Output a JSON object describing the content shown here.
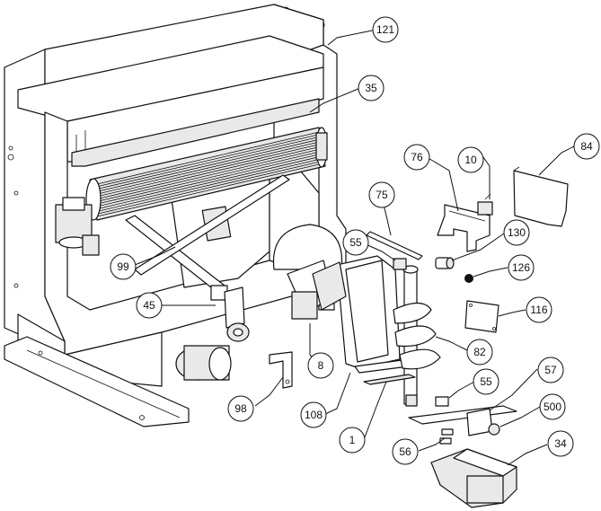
{
  "callouts": [
    {
      "id": "c121",
      "label": "121"
    },
    {
      "id": "c35",
      "label": "35"
    },
    {
      "id": "c76",
      "label": "76"
    },
    {
      "id": "c10",
      "label": "10"
    },
    {
      "id": "c84",
      "label": "84"
    },
    {
      "id": "c75",
      "label": "75"
    },
    {
      "id": "c55a",
      "label": "55"
    },
    {
      "id": "c130",
      "label": "130"
    },
    {
      "id": "c126",
      "label": "126"
    },
    {
      "id": "c99",
      "label": "99"
    },
    {
      "id": "c45",
      "label": "45"
    },
    {
      "id": "c116",
      "label": "116"
    },
    {
      "id": "c82",
      "label": "82"
    },
    {
      "id": "c8",
      "label": "8"
    },
    {
      "id": "c55b",
      "label": "55"
    },
    {
      "id": "c57",
      "label": "57"
    },
    {
      "id": "c98",
      "label": "98"
    },
    {
      "id": "c108",
      "label": "108"
    },
    {
      "id": "c500",
      "label": "500"
    },
    {
      "id": "c1",
      "label": "1"
    },
    {
      "id": "c56",
      "label": "56"
    },
    {
      "id": "c34",
      "label": "34"
    }
  ]
}
